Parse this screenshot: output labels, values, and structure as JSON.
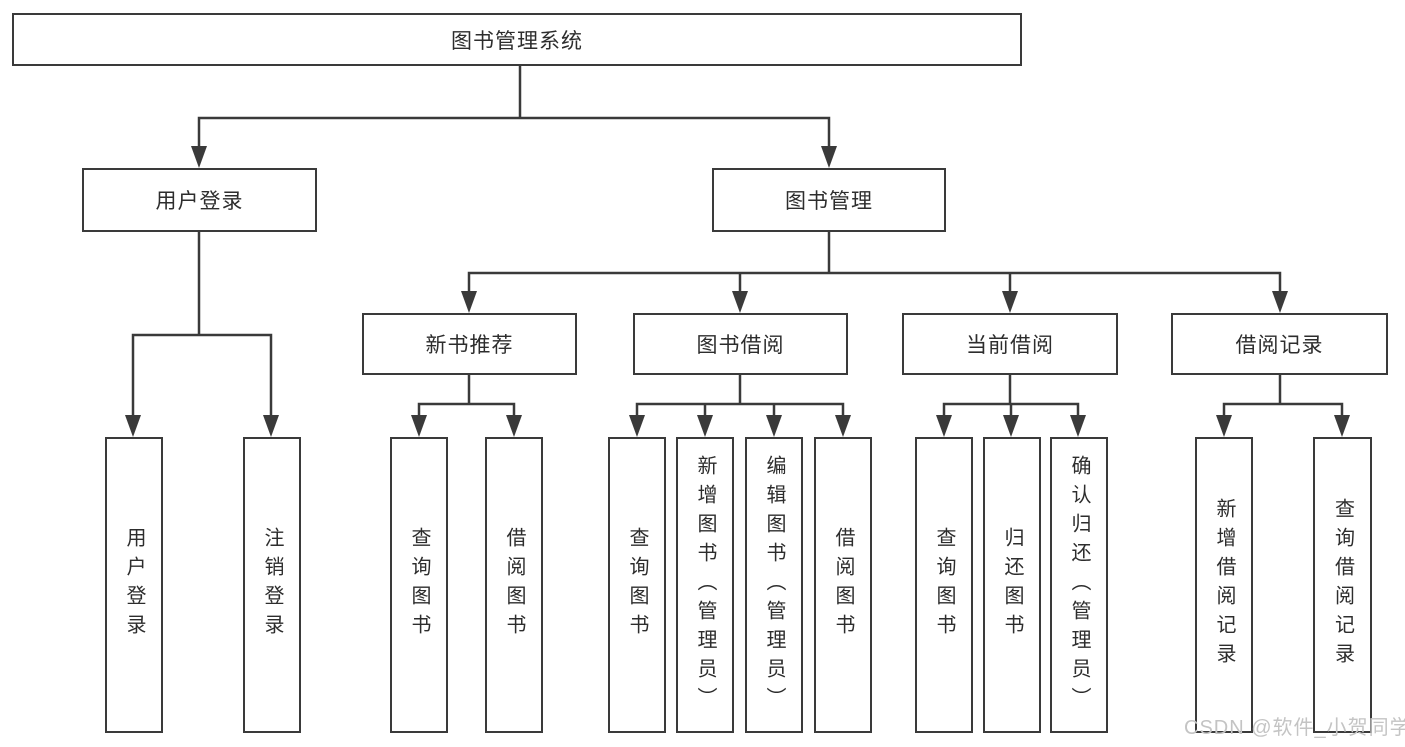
{
  "colors": {
    "line": "#3a3a3a",
    "text": "#2d2d2d",
    "watermark": "#c4c4c4",
    "background": "#ffffff"
  },
  "tree": {
    "root": {
      "label": "图书管理系统"
    },
    "user_login": {
      "label": "用户登录",
      "children": [
        "用户登录",
        "注销登录"
      ]
    },
    "book_mgmt": {
      "label": "图书管理",
      "sections": [
        {
          "label": "新书推荐",
          "children": [
            "查询图书",
            "借阅图书"
          ]
        },
        {
          "label": "图书借阅",
          "children": [
            "查询图书",
            "新增图书（管理员）",
            "编辑图书（管理员）",
            "借阅图书"
          ]
        },
        {
          "label": "当前借阅",
          "children": [
            "查询图书",
            "归还图书",
            "确认归还（管理员）"
          ]
        },
        {
          "label": "借阅记录",
          "children": [
            "新增借阅记录",
            "查询借阅记录"
          ]
        }
      ]
    }
  },
  "watermark": "CSDN @软件_小贺同学"
}
